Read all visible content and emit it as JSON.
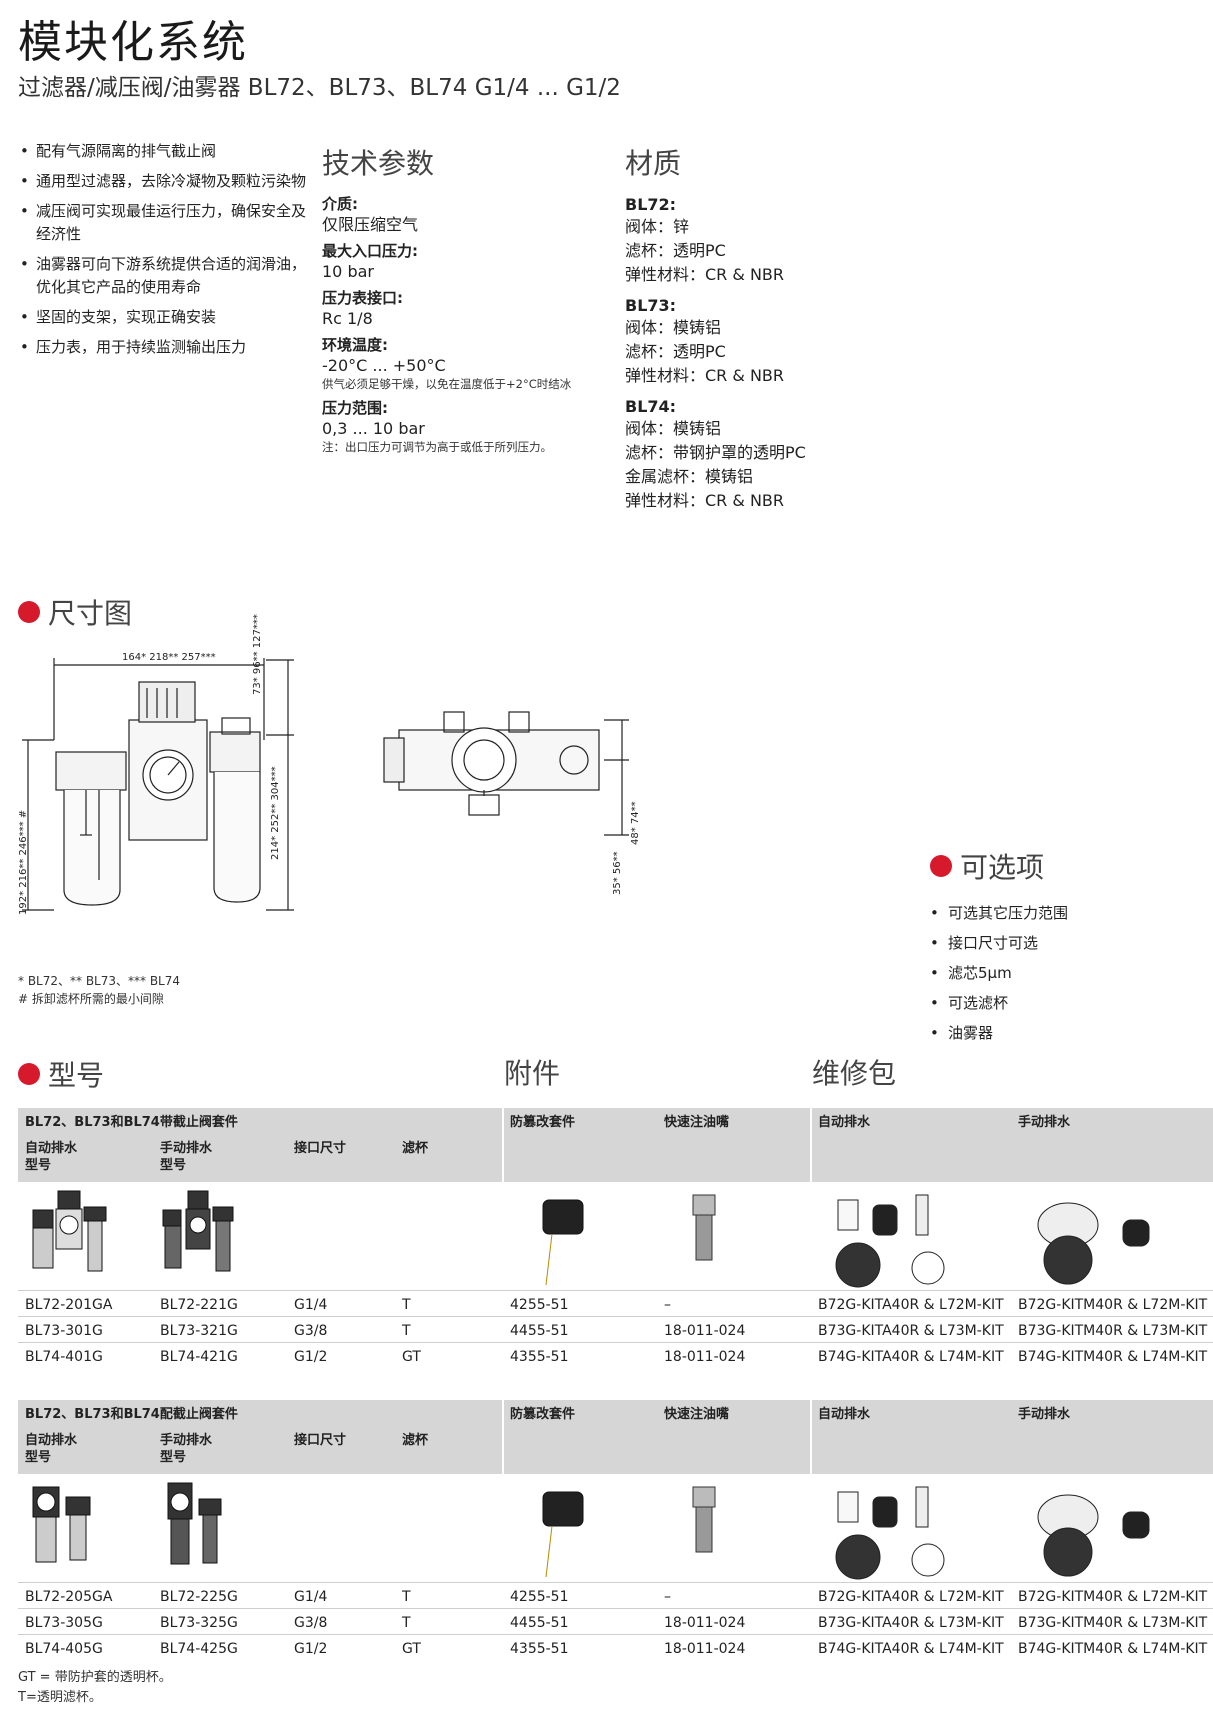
{
  "header": {
    "title": "模块化系统",
    "subtitle": "过滤器/减压阀/油雾器  BL72、BL73、BL74  G1/4 ... G1/2"
  },
  "features": [
    "配有气源隔离的排气截止阀",
    "通用型过滤器，去除冷凝物及颗粒污染物",
    "减压阀可实现最佳运行压力，确保安全及经济性",
    "油雾器可向下游系统提供合适的润滑油，优化其它产品的使用寿命",
    "坚固的支架，实现正确安装",
    "压力表，用于持续监测输出压力"
  ],
  "tech": {
    "title": "技术参数",
    "medium_label": "介质:",
    "medium_value": "仅限压缩空气",
    "max_pressure_label": "最大入口压力:",
    "max_pressure_value": "10 bar",
    "gauge_port_label": "压力表接口:",
    "gauge_port_value": "Rc 1/8",
    "temp_label": "环境温度:",
    "temp_value": "-20°C ... +50°C",
    "temp_note": "供气必须足够干燥，以免在温度低于+2°C时结冰",
    "range_label": "压力范围:",
    "range_value": "0,3 ... 10 bar",
    "range_note": "注：出口压力可调节为高于或低于所列压力。"
  },
  "materials": {
    "title": "材质",
    "groups": [
      {
        "label": "BL72:",
        "lines": [
          "阀体：锌",
          "滤杯：透明PC",
          "弹性材料：CR & NBR"
        ]
      },
      {
        "label": "BL73:",
        "lines": [
          "阀体：模铸铝",
          "滤杯：透明PC",
          "弹性材料：CR & NBR"
        ]
      },
      {
        "label": "BL74:",
        "lines": [
          "阀体：模铸铝",
          "滤杯：带钢护罩的透明PC",
          "金属滤杯：模铸铝",
          "弹性材料：CR & NBR"
        ]
      }
    ]
  },
  "dimensions": {
    "title": "尺寸图",
    "width_label": "164*  218**  257***",
    "h_top_label": "73*  96**  127***",
    "h_mid_label": "214*  252**  304***",
    "h_left_label": "192*  216**  246*** #",
    "side_top_label": "48*  74**",
    "side_bot_label": "35*  56**",
    "note1": "* BL72、** BL73、*** BL74",
    "note2": "# 拆卸滤杯所需的最小间隙"
  },
  "options": {
    "title": "可选项",
    "items": [
      "可选其它压力范围",
      "接口尺寸可选",
      "滤芯5µm",
      "可选滤杯",
      "油雾器"
    ]
  },
  "sections": {
    "model": "型号",
    "accessories": "附件",
    "kits": "维修包"
  },
  "table1": {
    "group_title": "BL72、BL73和BL74带截止阀套件",
    "col_auto": "自动排水\n型号",
    "col_manual": "手动排水\n型号",
    "col_port": "接口尺寸",
    "col_bowl": "滤杯",
    "col_guard": "防篡改套件",
    "col_quick": "快速注油嘴",
    "col_kit_auto": "自动排水",
    "col_kit_manual": "手动排水",
    "rows": [
      [
        "BL72-201GA",
        "BL72-221G",
        "G1/4",
        "T",
        "4255-51",
        "–",
        "B72G-KITA40R & L72M-KIT",
        "B72G-KITM40R & L72M-KIT"
      ],
      [
        "BL73-301G",
        "BL73-321G",
        "G3/8",
        "T",
        "4455-51",
        "18-011-024",
        "B73G-KITA40R & L73M-KIT",
        "B73G-KITM40R & L73M-KIT"
      ],
      [
        "BL74-401G",
        "BL74-421G",
        "G1/2",
        "GT",
        "4355-51",
        "18-011-024",
        "B74G-KITA40R & L74M-KIT",
        "B74G-KITM40R & L74M-KIT"
      ]
    ]
  },
  "table2": {
    "group_title": "BL72、BL73和BL74配截止阀套件",
    "col_auto": "自动排水\n型号",
    "col_manual": "手动排水\n型号",
    "col_port": "接口尺寸",
    "col_bowl": "滤杯",
    "col_guard": "防篡改套件",
    "col_quick": "快速注油嘴",
    "col_kit_auto": "自动排水",
    "col_kit_manual": "手动排水",
    "rows": [
      [
        "BL72-205GA",
        "BL72-225G",
        "G1/4",
        "T",
        "4255-51",
        "–",
        "B72G-KITA40R & L72M-KIT",
        "B72G-KITM40R & L72M-KIT"
      ],
      [
        "BL73-305G",
        "BL73-325G",
        "G3/8",
        "T",
        "4455-51",
        "18-011-024",
        "B73G-KITA40R & L73M-KIT",
        "B73G-KITM40R & L73M-KIT"
      ],
      [
        "BL74-405G",
        "BL74-425G",
        "G1/2",
        "GT",
        "4355-51",
        "18-011-024",
        "B74G-KITA40R & L74M-KIT",
        "B74G-KITM40R & L74M-KIT"
      ]
    ]
  },
  "footnotes": {
    "gt": "GT = 带防护套的透明杯。",
    "t": "T=透明滤杯。"
  },
  "colors": {
    "accent_red": "#d7192c",
    "header_grey": "#d6d6d6"
  }
}
